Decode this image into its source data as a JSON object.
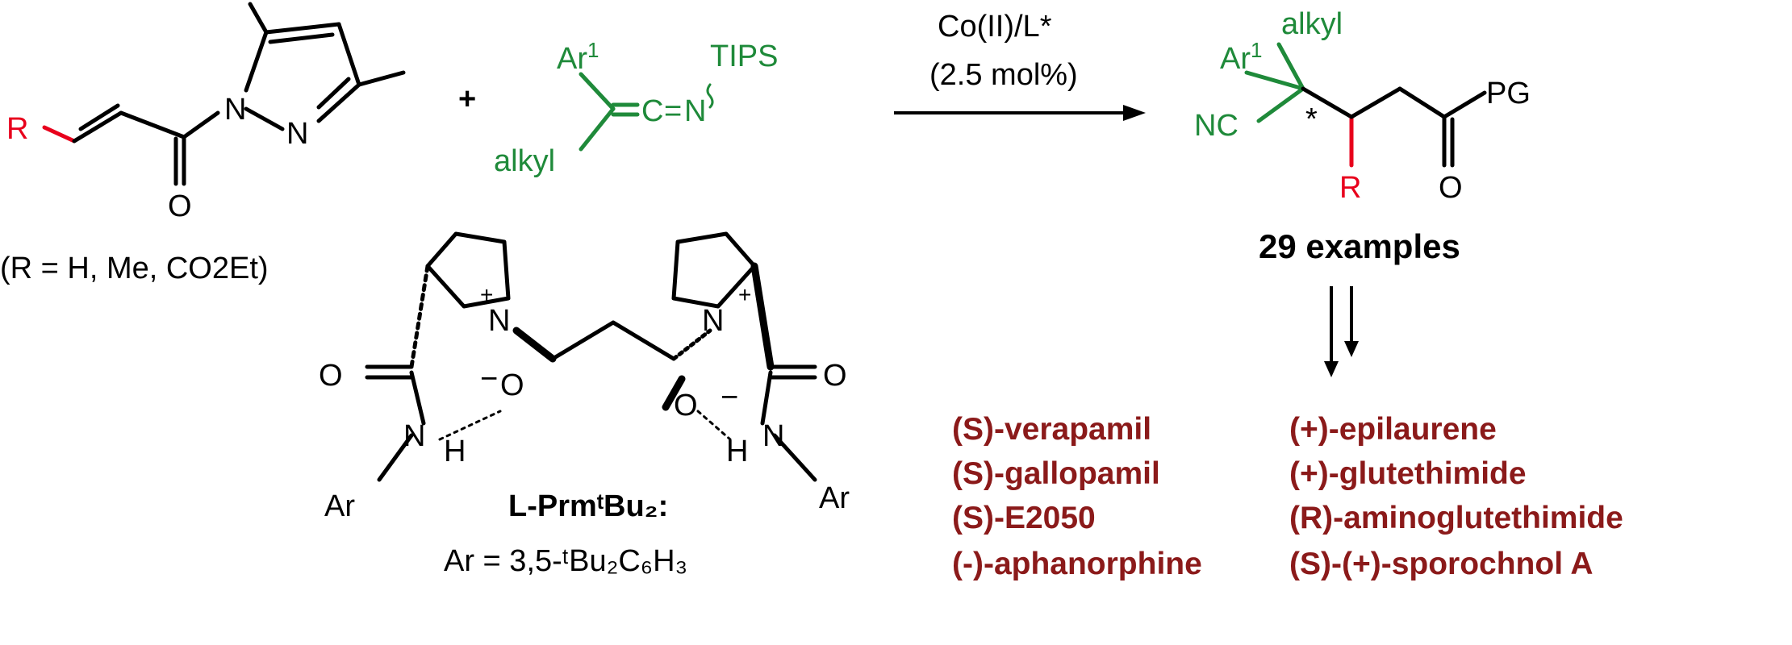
{
  "colors": {
    "red": "#e8001c",
    "green": "#1f8a3a",
    "dark_red": "#8b1a1a",
    "black": "#000000"
  },
  "reactant_1": {
    "R": "R",
    "N1": "N",
    "N2": "N",
    "O": "O",
    "substituents_note": "(R = H, Me, CO2Et)"
  },
  "plus": "+",
  "reactant_2": {
    "ar": "Ar",
    "ar_sup": "1",
    "c": "C",
    "eq": "=",
    "n": "N",
    "tips": "TIPS",
    "alkyl": "alkyl"
  },
  "conditions": {
    "line1": "Co(II)/L*",
    "line2": "(2.5 mol%)"
  },
  "product": {
    "ar": "Ar",
    "ar_sup": "1",
    "alkyl": "alkyl",
    "nc": "NC",
    "star": "*",
    "pg": "PG",
    "o": "O",
    "r": "R"
  },
  "examples_label": "29 examples",
  "ligand": {
    "o_left": "O",
    "o_right": "O",
    "n_plus_left": "N",
    "n_plus_right": "N",
    "plus": "+",
    "minus": "−",
    "o_minus_left": "O",
    "o_minus_right": "O",
    "nh_left_n": "N",
    "nh_left_h": "H",
    "nh_right_n": "N",
    "nh_right_h": "H",
    "ar_left": "Ar",
    "ar_right": "Ar",
    "name": "L-PrmᵗBu₂:",
    "ar_def": "Ar = 3,5-ᵗBu₂C₆H₃"
  },
  "targets_left": [
    "(S)-verapamil",
    "(S)-gallopamil",
    "(S)-E2050",
    "(-)-aphanorphine"
  ],
  "targets_right": [
    "(+)-epilaurene",
    "(+)-glutethimide",
    "(R)-aminoglutethimide",
    "(S)-(+)-sporochnol A"
  ]
}
